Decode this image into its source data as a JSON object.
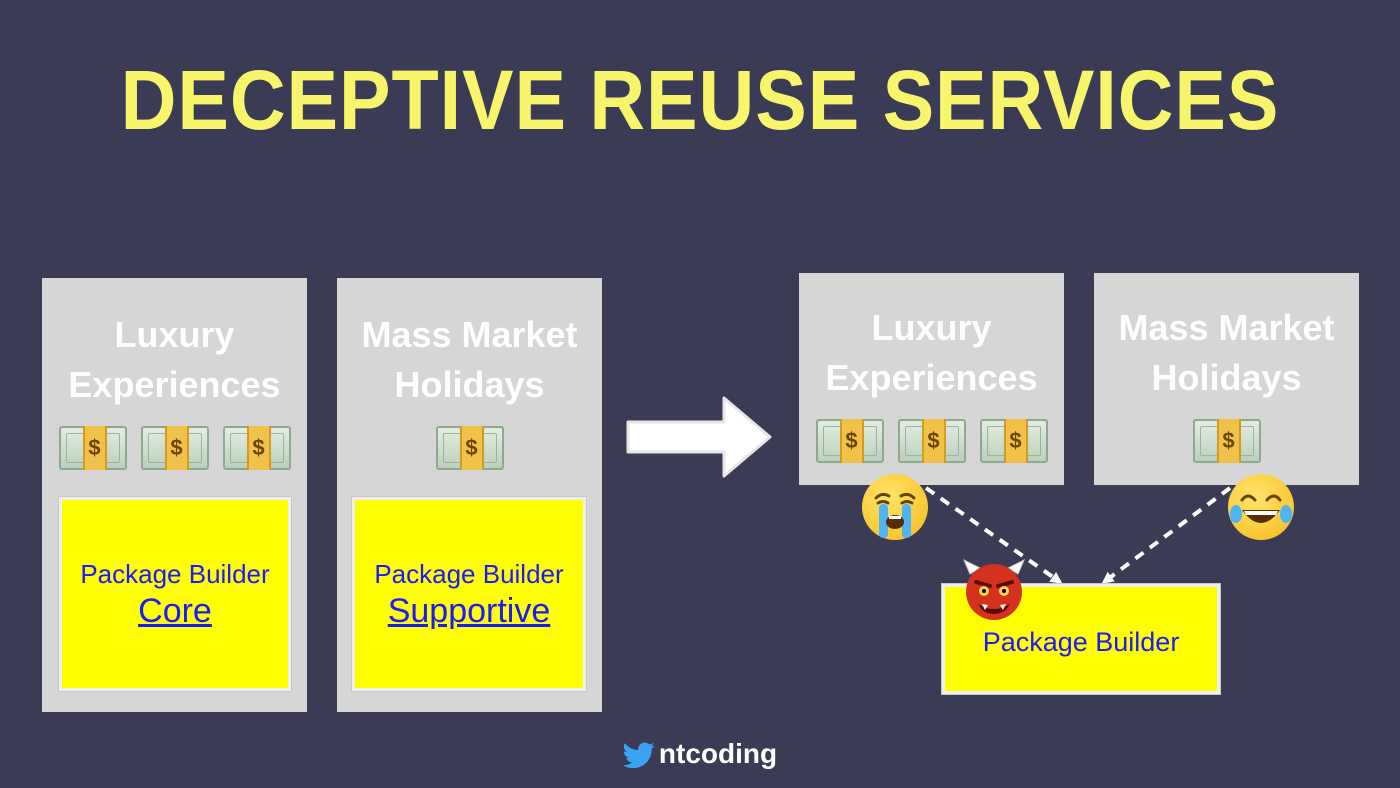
{
  "title": "DECEPTIVE REUSE SERVICES",
  "left": {
    "luxury": {
      "title_line1": "Luxury",
      "title_line2": "Experiences",
      "money_icon": "money-bill-icon",
      "money_symbol": "$",
      "money_count": 3,
      "component_label": "Package Builder",
      "component_type": "Core"
    },
    "mass_market": {
      "title_line1": "Mass Market",
      "title_line2": "Holidays",
      "money_icon": "money-bill-icon",
      "money_symbol": "$",
      "money_count": 1,
      "component_label": "Package Builder",
      "component_type": "Supportive"
    }
  },
  "right": {
    "luxury": {
      "title_line1": "Luxury",
      "title_line2": "Experiences",
      "money_count": 3,
      "reaction_icon": "crying-face-icon"
    },
    "mass_market": {
      "title_line1": "Mass Market",
      "title_line2": "Holidays",
      "money_count": 1,
      "reaction_icon": "laughing-face-icon"
    },
    "shared_component": {
      "label": "Package Builder",
      "icon": "ogre-icon"
    }
  },
  "footer": {
    "handle": "ntcoding",
    "icon": "twitter-bird-icon"
  },
  "colors": {
    "background": "#3b3b56",
    "title": "#f8f56c",
    "box": "#d6d6d6",
    "component": "#ffff00",
    "component_text": "#1a1aff"
  }
}
